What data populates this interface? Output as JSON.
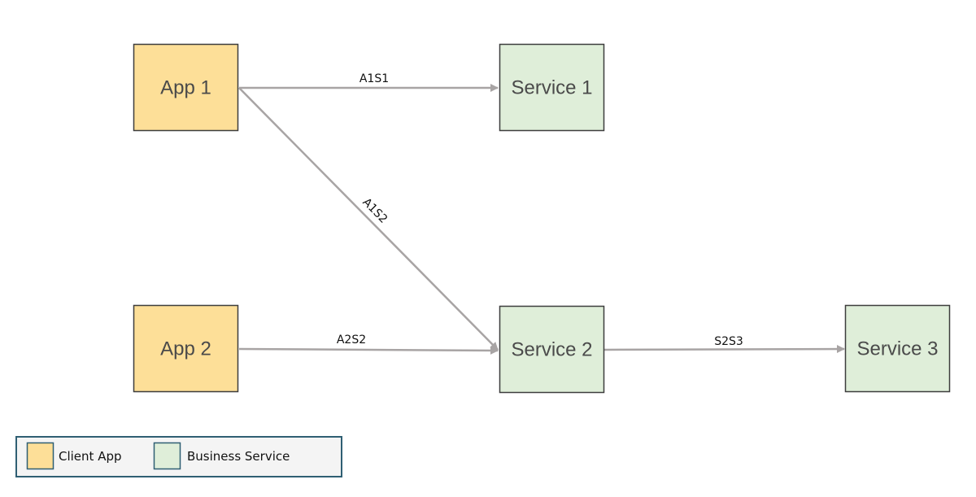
{
  "colors": {
    "client_app_fill": "#fddf98",
    "business_service_fill": "#dfeed9",
    "edge": "#a8a4a4",
    "border": "#3d3d3d",
    "legend_border": "#2f5f73"
  },
  "nodes": {
    "app1": {
      "label": "App 1",
      "kind": "client_app"
    },
    "app2": {
      "label": "App 2",
      "kind": "client_app"
    },
    "service1": {
      "label": "Service 1",
      "kind": "business_service"
    },
    "service2": {
      "label": "Service 2",
      "kind": "business_service"
    },
    "service3": {
      "label": "Service 3",
      "kind": "business_service"
    }
  },
  "edges": {
    "a1s1": {
      "label": "A1S1",
      "from": "App 1",
      "to": "Service 1"
    },
    "a1s2": {
      "label": "A1S2",
      "from": "App 1",
      "to": "Service 2"
    },
    "a2s2": {
      "label": "A2S2",
      "from": "App 2",
      "to": "Service 2"
    },
    "s2s3": {
      "label": "S2S3",
      "from": "Service 2",
      "to": "Service 3"
    }
  },
  "legend": {
    "client_app_label": "Client App",
    "business_service_label": "Business Service"
  }
}
